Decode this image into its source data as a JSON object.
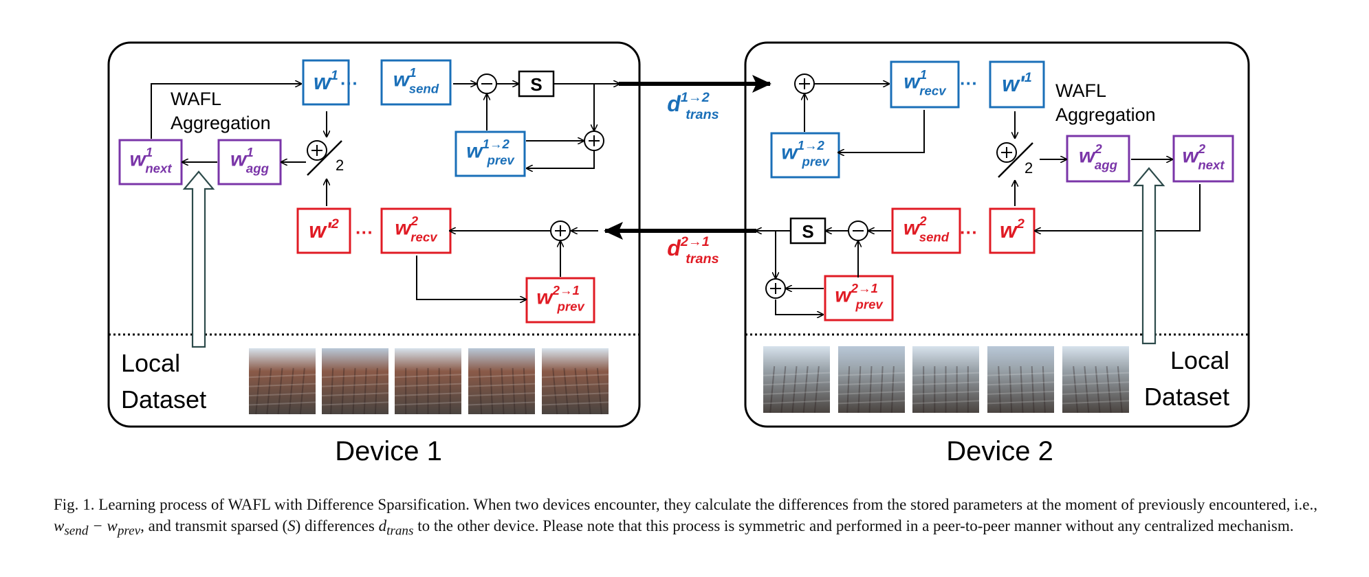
{
  "colors": {
    "blue": "#1a6fb8",
    "red": "#e01b24",
    "purple": "#7a35a8",
    "black": "#000000",
    "photo_tint_device1": "#8a5a48",
    "photo_tint_device2": "#9aa3aa"
  },
  "device1": {
    "title": "Device 1",
    "aggregation_label_line1": "WAFL",
    "aggregation_label_line2": "Aggregation",
    "dataset_line1": "Local",
    "dataset_line2": "Dataset",
    "boxes": {
      "w": {
        "base": "w",
        "sup": "1",
        "sub": "",
        "color": "blue"
      },
      "w_send": {
        "base": "w",
        "sup": "1",
        "sub": "send",
        "color": "blue"
      },
      "w_prev": {
        "base": "w",
        "sup": "1→2",
        "sub": "prev",
        "color": "blue"
      },
      "w_prime": {
        "base": "w'",
        "sup": "2",
        "sub": "",
        "color": "red"
      },
      "w_recv": {
        "base": "w",
        "sup": "2",
        "sub": "recv",
        "color": "red"
      },
      "w_prev_in": {
        "base": "w",
        "sup": "2→1",
        "sub": "prev",
        "color": "red"
      },
      "w_next": {
        "base": "w",
        "sup": "1",
        "sub": "next",
        "color": "purple"
      },
      "w_agg": {
        "base": "w",
        "sup": "1",
        "sub": "agg",
        "color": "purple"
      }
    },
    "sparsify_label": "S",
    "half_label": "2",
    "photo_count": 5
  },
  "device2": {
    "title": "Device 2",
    "aggregation_label_line1": "WAFL",
    "aggregation_label_line2": "Aggregation",
    "dataset_line1": "Local",
    "dataset_line2": "Dataset",
    "boxes": {
      "w_recv": {
        "base": "w",
        "sup": "1",
        "sub": "recv",
        "color": "blue"
      },
      "w_prime": {
        "base": "w'",
        "sup": "1",
        "sub": "",
        "color": "blue"
      },
      "w_prev_in": {
        "base": "w",
        "sup": "1→2",
        "sub": "prev",
        "color": "blue"
      },
      "w_agg": {
        "base": "w",
        "sup": "2",
        "sub": "agg",
        "color": "purple"
      },
      "w_next": {
        "base": "w",
        "sup": "2",
        "sub": "next",
        "color": "purple"
      },
      "w_send": {
        "base": "w",
        "sup": "2",
        "sub": "send",
        "color": "red"
      },
      "w": {
        "base": "w",
        "sup": "2",
        "sub": "",
        "color": "red"
      },
      "w_prev": {
        "base": "w",
        "sup": "2→1",
        "sub": "prev",
        "color": "red"
      }
    },
    "sparsify_label": "S",
    "half_label": "2",
    "photo_count": 5
  },
  "transfers": {
    "forward": {
      "base": "d",
      "sup": "1→2",
      "sub": "trans",
      "color": "blue"
    },
    "backward": {
      "base": "d",
      "sup": "2→1",
      "sub": "trans",
      "color": "red"
    }
  },
  "caption": {
    "prefix": "Fig. 1.  Learning process of WAFL with Difference Sparsification. When two devices encounter, they calculate the differences from the stored parameters at the moment of previously encountered, i.e., ",
    "math1": "w",
    "math1_sub1": "send",
    "math1_minus": " − w",
    "math1_sub2": "prev",
    "middle": ", and transmit sparsed (",
    "math2": "S",
    "middle2": ") differences ",
    "math3": "d",
    "math3_sub": "trans",
    "suffix": " to the other device. Please note that this process is symmetric and performed in a peer-to-peer manner without any centralized mechanism."
  }
}
